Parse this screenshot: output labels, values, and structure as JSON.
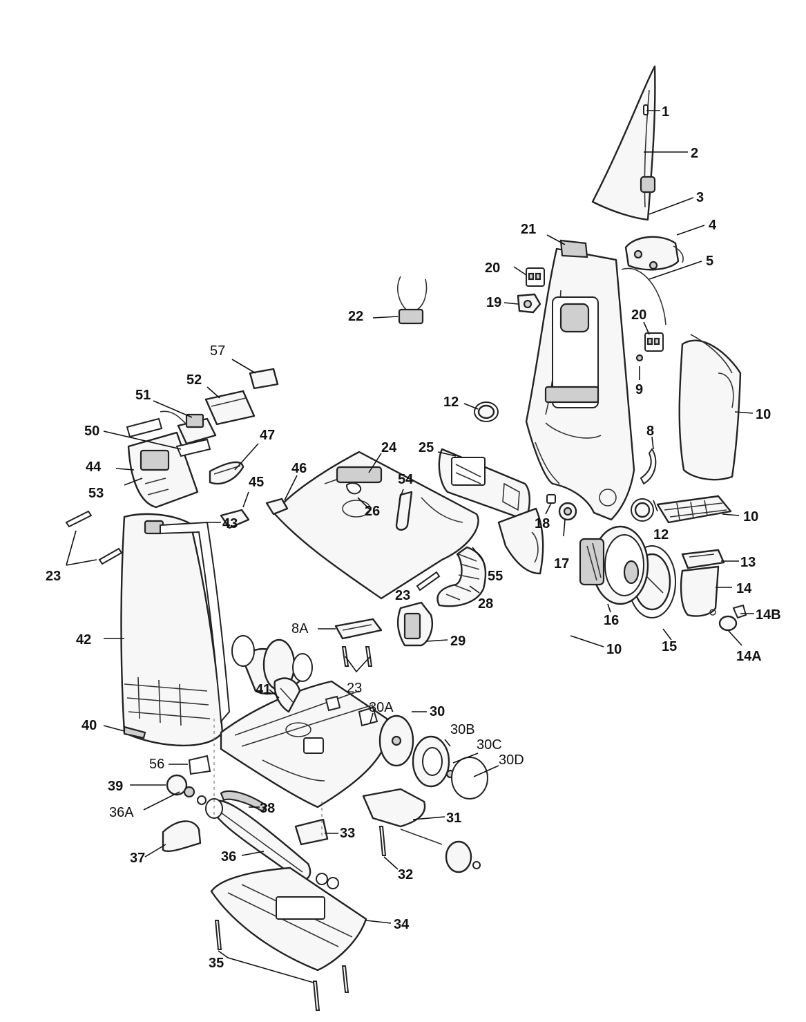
{
  "callouts": {
    "c1": "1",
    "c2": "2",
    "c3": "3",
    "c4": "4",
    "c5": "5",
    "c8": "8",
    "c8A": "8A",
    "c9": "9",
    "c10a": "10",
    "c10b": "10",
    "c10c": "10",
    "c12a": "12",
    "c12b": "12",
    "c13": "13",
    "c14": "14",
    "c14A": "14A",
    "c14B": "14B",
    "c15": "15",
    "c16": "16",
    "c17": "17",
    "c18": "18",
    "c19": "19",
    "c20a": "20",
    "c20b": "20",
    "c21": "21",
    "c22": "22",
    "c23a": "23",
    "c23b": "23",
    "c23c": "23",
    "c24": "24",
    "c25": "25",
    "c26": "26",
    "c28": "28",
    "c29": "29",
    "c30": "30",
    "c30A": "30A",
    "c30B": "30B",
    "c30C": "30C",
    "c30D": "30D",
    "c31": "31",
    "c32": "32",
    "c33": "33",
    "c34": "34",
    "c35": "35",
    "c36": "36",
    "c36A": "36A",
    "c37": "37",
    "c38": "38",
    "c39": "39",
    "c40": "40",
    "c41": "41",
    "c42": "42",
    "c43": "43",
    "c44": "44",
    "c45": "45",
    "c46": "46",
    "c47": "47",
    "c50": "50",
    "c51": "51",
    "c52": "52",
    "c53": "53",
    "c54": "54",
    "c55": "55",
    "c56": "56",
    "c57": "57"
  }
}
